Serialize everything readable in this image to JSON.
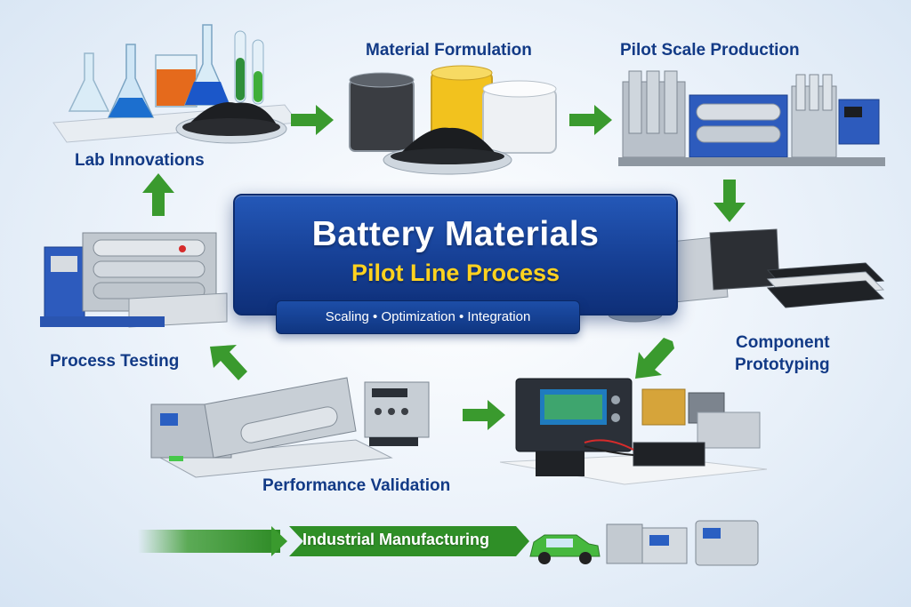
{
  "center": {
    "title": "Battery Materials",
    "subtitle": "Pilot Line Process",
    "tagline": "Scaling • Optimization • Integration"
  },
  "stages": {
    "lab": "Lab Innovations",
    "formulation": "Material Formulation",
    "pilot": "Pilot Scale Production",
    "component_line1": "Component",
    "component_line2": "Prototyping",
    "validation": "Performance Validation",
    "testing": "Process Testing"
  },
  "manufacturing": {
    "label": "Industrial Manufacturing"
  },
  "colors": {
    "title_blue": "#123a86",
    "panel_blue": "#1a4ba6",
    "accent_yellow": "#ffd21f",
    "arrow_green": "#3a9a2e"
  }
}
